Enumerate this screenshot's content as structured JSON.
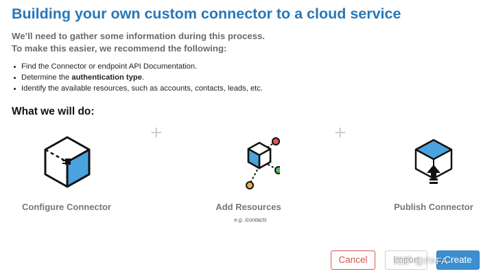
{
  "header": {
    "title": "Building your own custom connector to a cloud service",
    "subtitle_line1": "We’ll need to gather some information during this process.",
    "subtitle_line2": "To make this easier, we recommend the following:"
  },
  "recommendations": {
    "item1": "Find the Connector or endpoint API Documentation.",
    "item2_prefix": "Determine the ",
    "item2_bold": "authentication type",
    "item2_suffix": ".",
    "item3": "Identify the available resources, such as accounts, contacts, leads, etc."
  },
  "section": {
    "heading": "What we will do:"
  },
  "steps": [
    {
      "label": "Configure Connector",
      "icon": "cube-plug-icon"
    },
    {
      "label": "Add Resources",
      "hint": "e.g. /contacts",
      "icon": "cube-nodes-icon"
    },
    {
      "label": "Publish Connector",
      "icon": "cube-upload-icon"
    }
  ],
  "separator": "+",
  "buttons": {
    "cancel": "Cancel",
    "import": "Import",
    "create": "Create"
  },
  "watermark": "知乎 @PAFA",
  "colors": {
    "title": "#2777b8",
    "cube_fill": "#4aa3df",
    "cancel": "#d9534f",
    "create": "#3b8fd0",
    "node_red": "#e05555",
    "node_green": "#5cb85c",
    "node_yellow": "#f0ad4e"
  }
}
